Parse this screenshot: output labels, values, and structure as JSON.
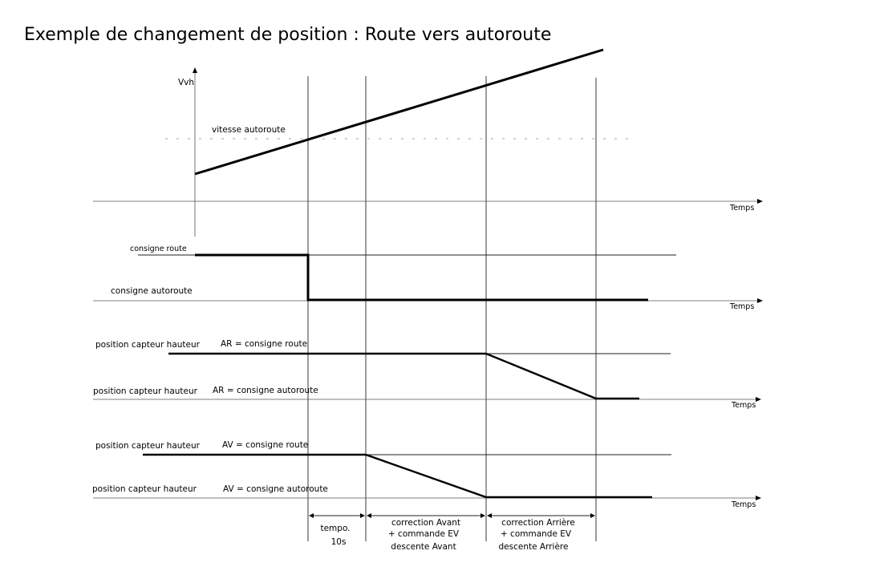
{
  "title": "Exemple de changement de position : Route vers autoroute",
  "speed_panel": {
    "y_axis_label": "Vvh",
    "threshold_label": "vitesse  autoroute",
    "time_label": "Temps"
  },
  "setpoint_panel": {
    "upper_label": "consigne  route",
    "lower_label": "consigne  autoroute",
    "time_label": "Temps"
  },
  "rear_panel": {
    "upper_left": "position capteur hauteur",
    "upper_right": "AR = consigne route",
    "lower_left": "position capteur hauteur",
    "lower_right": "AR = consigne autoroute",
    "time_label": "Temps"
  },
  "front_panel": {
    "upper_left": "position capteur hauteur",
    "upper_right": "AV = consigne route",
    "lower_left": "position capteur hauteur",
    "lower_right": "AV = consigne autoroute",
    "time_label": "Temps"
  },
  "phases": [
    {
      "line1": "tempo.",
      "line2": "10s",
      "line3": ""
    },
    {
      "line1": "correction Avant",
      "line2": "+ commande EV",
      "line3": "descente Avant"
    },
    {
      "line1": "correction Arrière",
      "line2": "+ commande EV",
      "line3": "descente Arrière"
    }
  ]
}
